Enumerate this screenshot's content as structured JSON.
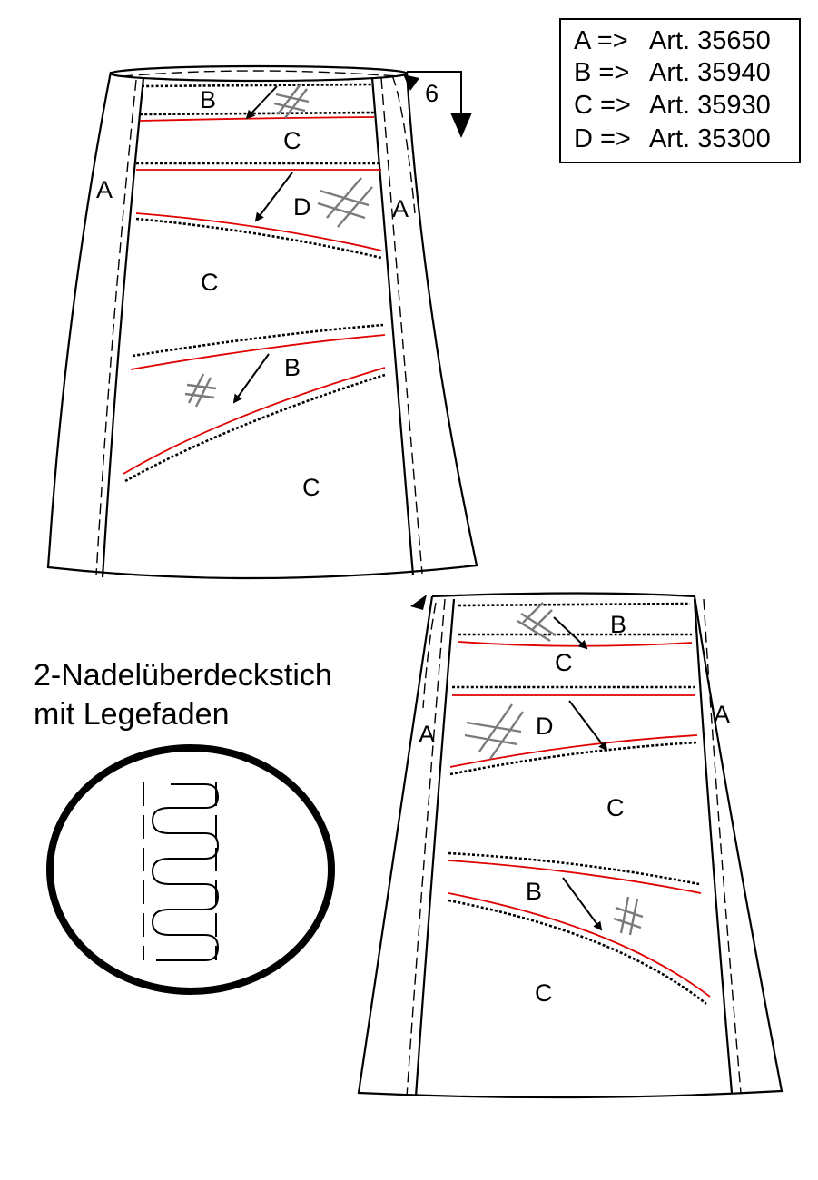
{
  "legend": {
    "rows": [
      {
        "key": "A =>",
        "article": "Art. 35650"
      },
      {
        "key": "B =>",
        "article": "Art. 35940"
      },
      {
        "key": "C =>",
        "article": "Art. 35930"
      },
      {
        "key": "D =>",
        "article": "Art. 35300"
      }
    ]
  },
  "top_skirt": {
    "labels": {
      "b1": "B",
      "c1": "C",
      "a_left": "A",
      "a_right": "A",
      "d": "D",
      "c2": "C",
      "b2": "B",
      "c3": "C"
    },
    "corner_number": "6"
  },
  "bottom_skirt": {
    "labels": {
      "b1": "B",
      "c1": "C",
      "a_left": "A",
      "a_right": "A",
      "d": "D",
      "c2": "C",
      "b2": "B",
      "c3": "C"
    }
  },
  "stitch_caption": {
    "line1": "2-Nadelüberdeckstich",
    "line2": "mit Legefaden"
  },
  "colors": {
    "seam_red": "#e00000",
    "outline": "#000000",
    "grain": "#7a7a7a"
  }
}
